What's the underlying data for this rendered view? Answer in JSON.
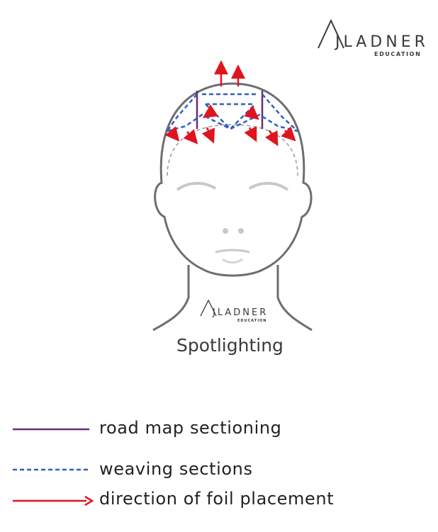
{
  "logo": {
    "brand": "LADNER",
    "sub": "EDUCATION",
    "monogram": "J"
  },
  "diagram": {
    "caption": "Spotlighting",
    "caption_cut": ""
  },
  "legend": {
    "items": [
      {
        "label": "road map sectioning",
        "color": "#6b2a7e",
        "style": "solid-line"
      },
      {
        "label": "weaving sections",
        "color": "#2f5fbf",
        "style": "dashed-line"
      },
      {
        "label": "direction of foil placement",
        "color": "#e0141e",
        "style": "arrow"
      }
    ]
  },
  "colors": {
    "outline": "#6d6e71",
    "roadmap": "#6b2a7e",
    "weave": "#2f5fbf",
    "arrow": "#e0141e",
    "text": "#3a3a3a"
  }
}
